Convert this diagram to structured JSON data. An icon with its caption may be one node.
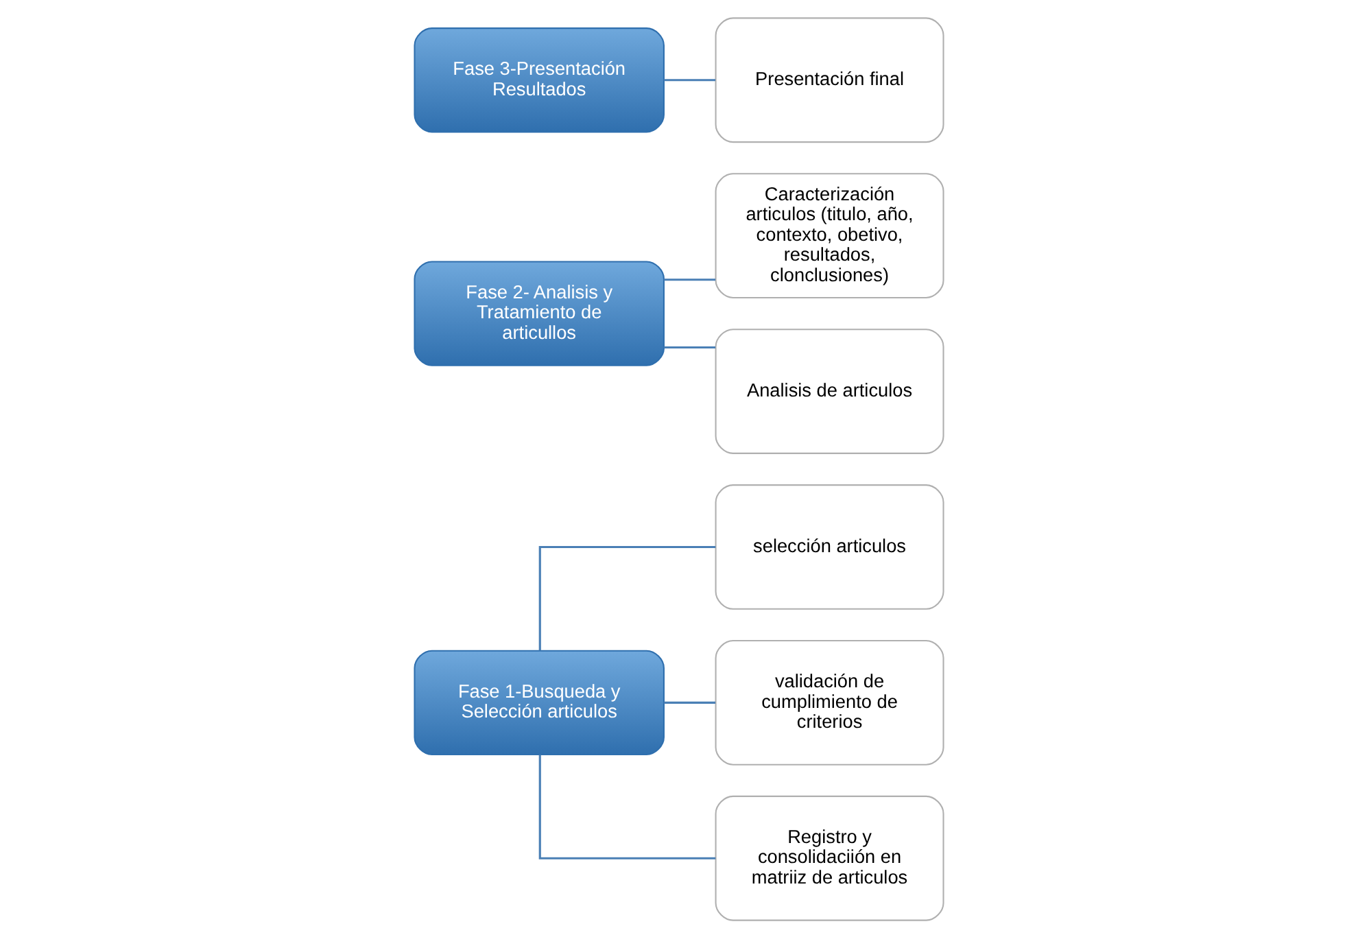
{
  "diagram": {
    "nodes": [
      {
        "text": [
          "Fase 1-Busqueda y Selección articulos"
        ]
      },
      {
        "text": [
          "selección articulos"
        ]
      },
      {
        "text": [
          "validación de cumplimiento de criterios"
        ]
      },
      {
        "text": [
          "Registro y consolidaciión en matriiz de articulos"
        ]
      },
      {
        "text": [
          "Fase 2- Analisis y Tratamiento de articullos"
        ]
      },
      {
        "text": [
          "Caracterización articulos (titulo, año, contexto, obetivo, resultados, clonclusiones)"
        ]
      },
      {
        "text": [
          "Analisis de articulos"
        ]
      },
      {
        "text": [
          "Fase 3-Presentación Resultados"
        ]
      },
      {
        "text": [
          "Presentación final"
        ]
      }
    ],
    "edges": [
      {
        "from": 0,
        "to": 1,
        "arrow": "none"
      },
      {
        "from": 0,
        "to": 2,
        "arrow": "none"
      },
      {
        "from": 0,
        "to": 3,
        "arrow": "none"
      },
      {
        "from": 4,
        "to": 5,
        "arrow": "none"
      },
      {
        "from": 4,
        "to": 6,
        "arrow": "none"
      },
      {
        "from": 7,
        "to": 8,
        "arrow": "none"
      }
    ]
  }
}
